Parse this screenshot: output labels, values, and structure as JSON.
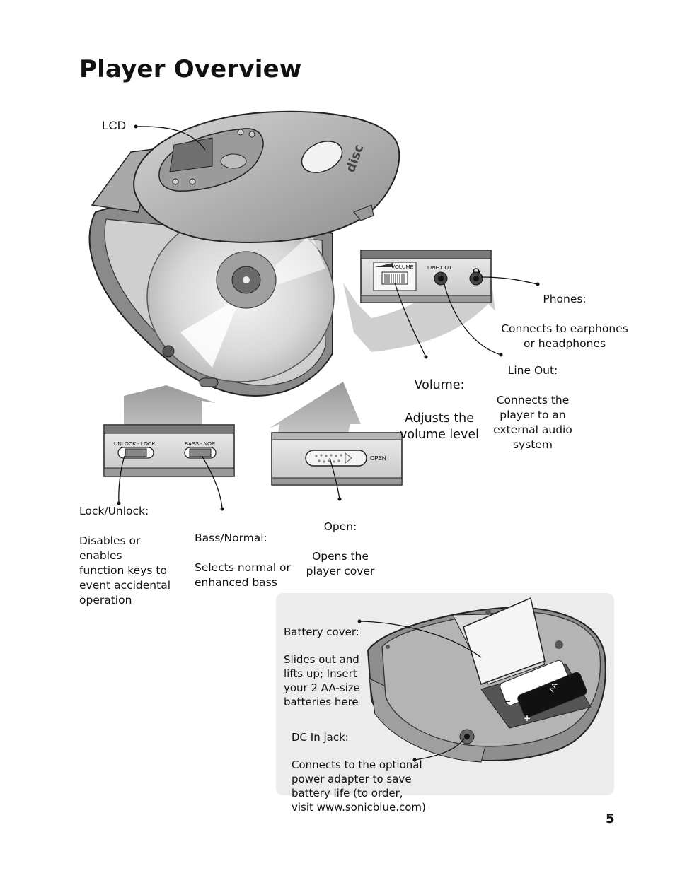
{
  "page": {
    "title": "Player Overview",
    "number": "5"
  },
  "callouts": {
    "lcd": "LCD",
    "phones": {
      "heading": "Phones:",
      "desc": "Connects to earphones\nor headphones"
    },
    "line_out": {
      "heading": "Line Out:",
      "desc": "Connects the\nplayer to an\nexternal audio\nsystem"
    },
    "volume": {
      "heading": "Volume:",
      "desc": "Adjusts the\nvolume level"
    },
    "lock_unlock": {
      "heading": "Lock/Unlock:",
      "desc": "Disables or enables\nfunction keys to\nevent accidental\noperation"
    },
    "bass_normal": {
      "heading": "Bass/Normal:",
      "desc": "Selects normal or\nenhanced bass"
    },
    "open": {
      "heading": "Open:",
      "desc": "Opens the\nplayer cover"
    },
    "battery_cover": {
      "heading": "Battery cover:",
      "desc": "Slides out and\nlifts up; Insert\nyour 2 AA-size\nbatteries here"
    },
    "dc_in": {
      "heading": "DC In jack:",
      "desc": "Connects to the optional\npower adapter to save\nbattery life (to order,\nvisit www.sonicblue.com)"
    }
  },
  "panels": {
    "jacks": {
      "volume": "VOLUME",
      "line_out": "LINE OUT"
    },
    "switches": {
      "unlock_lock": "UNLOCK - LOCK",
      "bass_nor": "BASS - NOR"
    },
    "open": {
      "label": "OPEN"
    },
    "battery": {
      "aa": "AA"
    }
  },
  "device": {
    "logo": "disc"
  },
  "icons": [
    "headphones-icon",
    "plus-icon",
    "minus-icon"
  ]
}
